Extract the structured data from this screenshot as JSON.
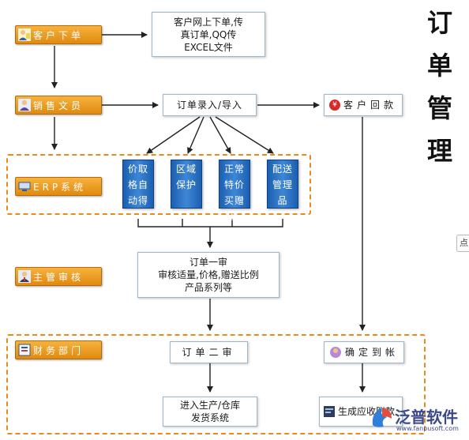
{
  "title_chars": [
    "订",
    "单",
    "管",
    "理"
  ],
  "roles": {
    "customer_order": "客户下单",
    "sales_clerk": "销售文员",
    "erp_system": "ERP系统",
    "supervisor_review": "主管审核",
    "finance_dept": "财务部门"
  },
  "nodes": {
    "online_order": [
      "客户网上下单,传",
      "真订单,QQ传",
      "EXCEL文件"
    ],
    "order_entry": "订单录入/导入",
    "customer_payment": "客户回款",
    "first_review": [
      "订单一审",
      "审核适量,价格,赠送比例",
      "产品系列等"
    ],
    "second_review": "订单二审",
    "confirm_receipt": "确定到帐",
    "production": [
      "进入生产/仓库",
      "发货系统"
    ],
    "receivable": "生成应收账款"
  },
  "erp_features": [
    [
      "价格自动取得",
      [
        "价取",
        "格自",
        "动得"
      ]
    ],
    [
      "区域保护",
      [
        "区域",
        "保护"
      ]
    ],
    [
      "正常特价买赠品",
      [
        "正常",
        "特价",
        "买赠",
        "品"
      ]
    ],
    [
      "配送管理",
      [
        "配送",
        "管理",
        "品"
      ]
    ]
  ],
  "edge_button": "点",
  "logo": {
    "name": "泛普软件",
    "url": "www.fanpusoft.com"
  },
  "colors": {
    "role_orange": "#e89a22",
    "feature_blue": "#2a6fc2",
    "dashed_border": "#e88a1c",
    "box_border": "#9db7cf"
  }
}
